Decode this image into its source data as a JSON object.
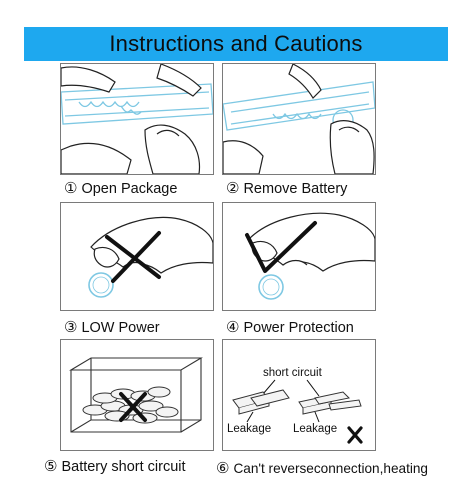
{
  "header": {
    "title": "Instructions and Cautions",
    "background_color": "#1ea8ef"
  },
  "steps": [
    {
      "number": "①",
      "label": "Open Package",
      "illustration": "hands-opening-blister-package"
    },
    {
      "number": "②",
      "label": "Remove Battery",
      "illustration": "hands-removing-battery-from-package"
    },
    {
      "number": "③",
      "label": "LOW Power",
      "illustration": "hand-holding-battery-cross-mark"
    },
    {
      "number": "④",
      "label": "Power Protection",
      "illustration": "hand-holding-battery-check-mark"
    },
    {
      "number": "⑤",
      "label": "Battery short circuit",
      "illustration": "loose-batteries-in-box-cross-mark"
    },
    {
      "number": "⑥",
      "label": "Can't reverseconnection,heating",
      "illustration": "batteries-stacked-cross-mark"
    }
  ],
  "panel6": {
    "short_circuit_label": "short circuit",
    "leakage_left_label": "Leakage",
    "leakage_right_label": "Leakage"
  },
  "colors": {
    "illustration_blue": "#7ec8e3",
    "cross_mark": "#111111",
    "panel_border": "#7a7a7a"
  }
}
